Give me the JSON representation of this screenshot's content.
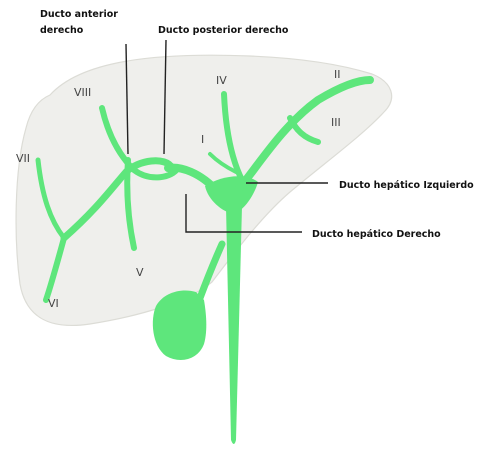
{
  "labels": {
    "ducto_anterior_derecho_line1": "Ducto anterior",
    "ducto_anterior_derecho_line2": "derecho",
    "ducto_posterior_derecho": "Ducto posterior derecho",
    "ducto_hepatico_izquierdo": "Ducto hepático Izquierdo",
    "ducto_hepatico_derecho": "Ducto hepático Derecho"
  },
  "segments": {
    "i": "I",
    "ii": "II",
    "iii": "III",
    "iv": "IV",
    "v": "V",
    "vi": "VI",
    "vii": "VII",
    "viii": "VIII"
  },
  "colors": {
    "liver": "#efefec",
    "liver_outline": "#dcdcd6",
    "duct": "#5ee67c",
    "leader_line": "#222222"
  }
}
